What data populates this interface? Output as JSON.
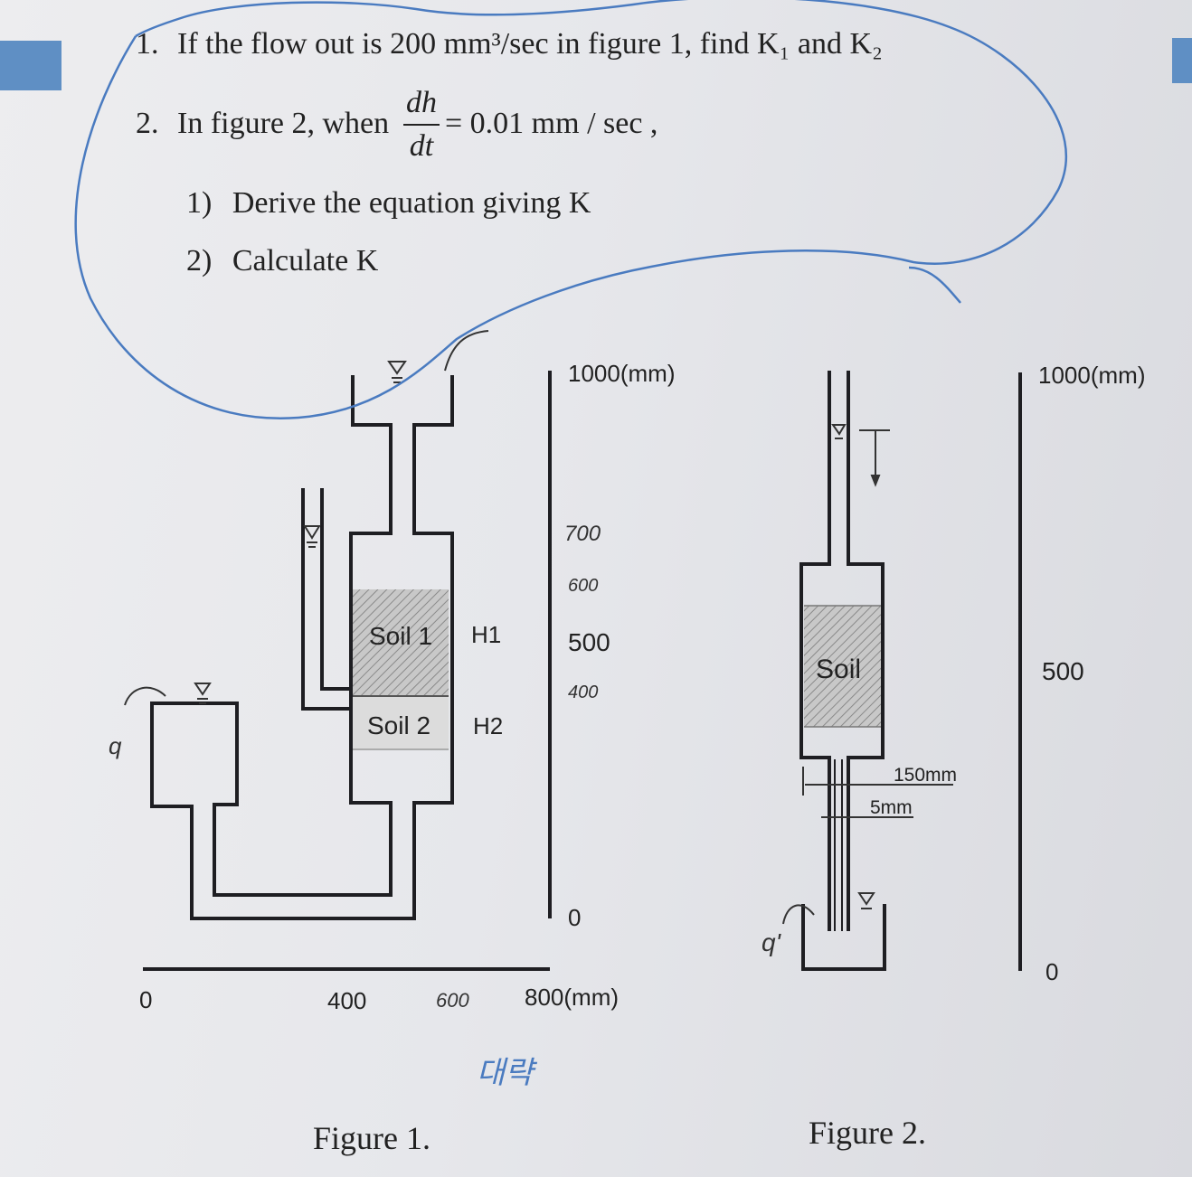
{
  "questions": {
    "q1": {
      "num": "1.",
      "text": "If the flow out is 200 mm³/sec in figure 1, find K₁ and K₂"
    },
    "q2": {
      "num": "2.",
      "prefix": "In figure 2, when",
      "numerator": "dh",
      "denominator": "dt",
      "suffix": "= 0.01 mm / sec ,"
    },
    "sub1": {
      "num": "1)",
      "text": "Derive the equation giving K"
    },
    "sub2": {
      "num": "2)",
      "text": "Calculate K"
    }
  },
  "figure1": {
    "caption": "Figure 1.",
    "scale_top": "1000(mm)",
    "scale_mid": "500",
    "scale_zero": "0",
    "soil1": "Soil 1",
    "soil2": "Soil 2",
    "h1": "H1",
    "h2": "H2",
    "flow_label": "q",
    "x_zero": "0",
    "x_mid": "400",
    "x_end": "800(mm)",
    "hand_700": "700",
    "hand_600": "600",
    "hand_400": "400",
    "hand_600x": "600",
    "hand_korean": "대략",
    "colors": {
      "soil_fill": "#b9b9b9",
      "line": "#1e1e22"
    }
  },
  "figure2": {
    "caption": "Figure 2.",
    "scale_top": "1000(mm)",
    "scale_mid": "500",
    "scale_zero": "0",
    "soil": "Soil",
    "dim1": "150mm",
    "dim2": "5mm",
    "flow_label": "q'"
  },
  "annotation": {
    "pen_color": "#4a7bc0"
  },
  "ui": {
    "tab_color": "#5f8fc4"
  }
}
